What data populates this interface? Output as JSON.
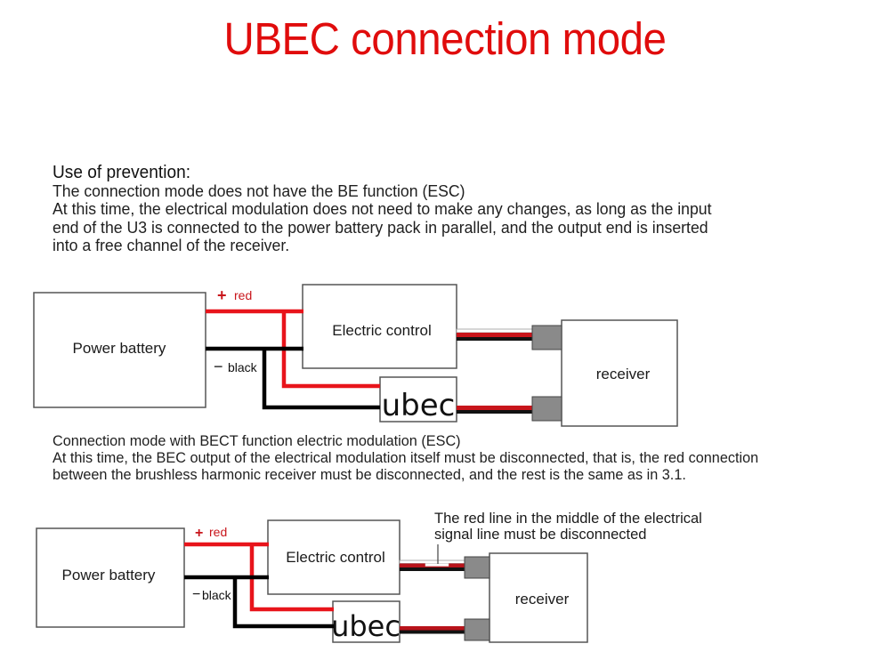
{
  "title": "UBEC connection mode",
  "section1": {
    "heading": "Use of prevention:",
    "lines": [
      "The connection mode does not have the BE function (ESC)",
      "At this time, the electrical modulation does not need to make any changes, as long as the input",
      "end of the U3 is connected to the power battery pack in parallel, and the output end is inserted",
      "into a free channel of the receiver."
    ]
  },
  "diagram1": {
    "battery_label": "Power battery",
    "esc_label": "Electric control",
    "ubec_label": "ubec",
    "receiver_label": "receiver",
    "positive_wire": {
      "symbol": "+",
      "label": "red",
      "color": "#e8141b"
    },
    "negative_wire": {
      "symbol": "−",
      "label": "black",
      "color": "#000000"
    }
  },
  "section2": {
    "lines": [
      "Connection mode with BECT function electric modulation (ESC)",
      "At this time, the BEC output of the electrical modulation itself must be disconnected, that is, the red connection",
      "between the brushless harmonic receiver must be disconnected, and the rest is the same as in 3.1."
    ]
  },
  "diagram2": {
    "battery_label": "Power battery",
    "esc_label": "Electric control",
    "ubec_label": "ubec",
    "receiver_label": "receiver",
    "positive_wire": {
      "symbol": "+",
      "label": "red",
      "color": "#e8141b"
    },
    "negative_wire": {
      "symbol": "−",
      "label": "black",
      "color": "#000000"
    },
    "annotation_lines": [
      "The red line in the middle of the electrical",
      "signal line must be disconnected"
    ]
  },
  "colors": {
    "title": "#e00c0c",
    "label_red": "#c8151b",
    "connector": "#8a8a8a",
    "box_border": "#555555"
  }
}
